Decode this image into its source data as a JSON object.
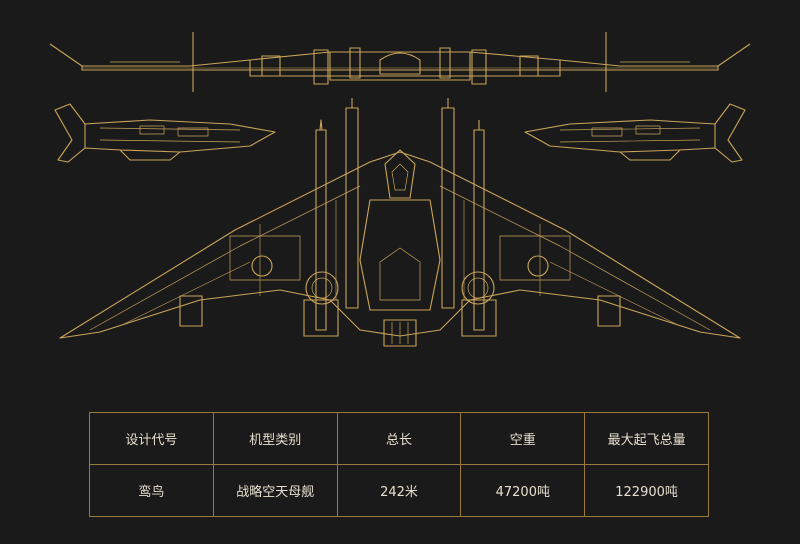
{
  "palette": {
    "background": "#1b1a1a",
    "line_gold": "#c9a45a",
    "text": "#e6dfcf",
    "table_border": "#9a7a3c"
  },
  "blueprint": {
    "views": [
      "top-view",
      "side-view-left",
      "side-view-right",
      "front-view"
    ]
  },
  "spec_table": {
    "headers": [
      "设计代号",
      "机型类别",
      "总长",
      "空重",
      "最大起飞总量"
    ],
    "values": [
      "鸾鸟",
      "战略空天母舰",
      "242米",
      "47200吨",
      "122900吨"
    ]
  }
}
